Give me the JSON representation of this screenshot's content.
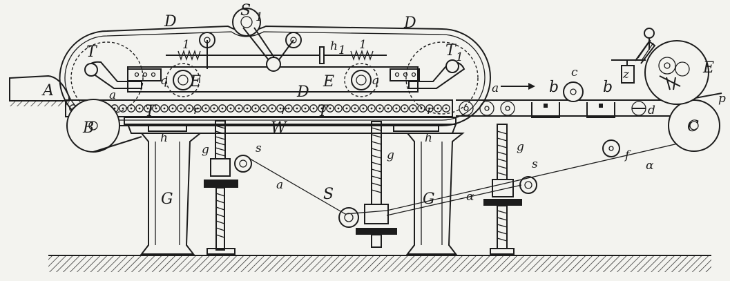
{
  "labels": {
    "A": "A",
    "B": "B",
    "C": "C",
    "D": "D",
    "E": "E",
    "G": "G",
    "S": "S",
    "T": "T",
    "W": "W",
    "S1": "S",
    "T1": "T",
    "one": "1",
    "h1": "h",
    "q": "q",
    "a": "a",
    "alpha": "α",
    "b": "b",
    "c": "c",
    "d": "d",
    "f": "f",
    "g": "g",
    "h": "h",
    "p": "p",
    "r": "r",
    "s": "s",
    "z": "z"
  }
}
